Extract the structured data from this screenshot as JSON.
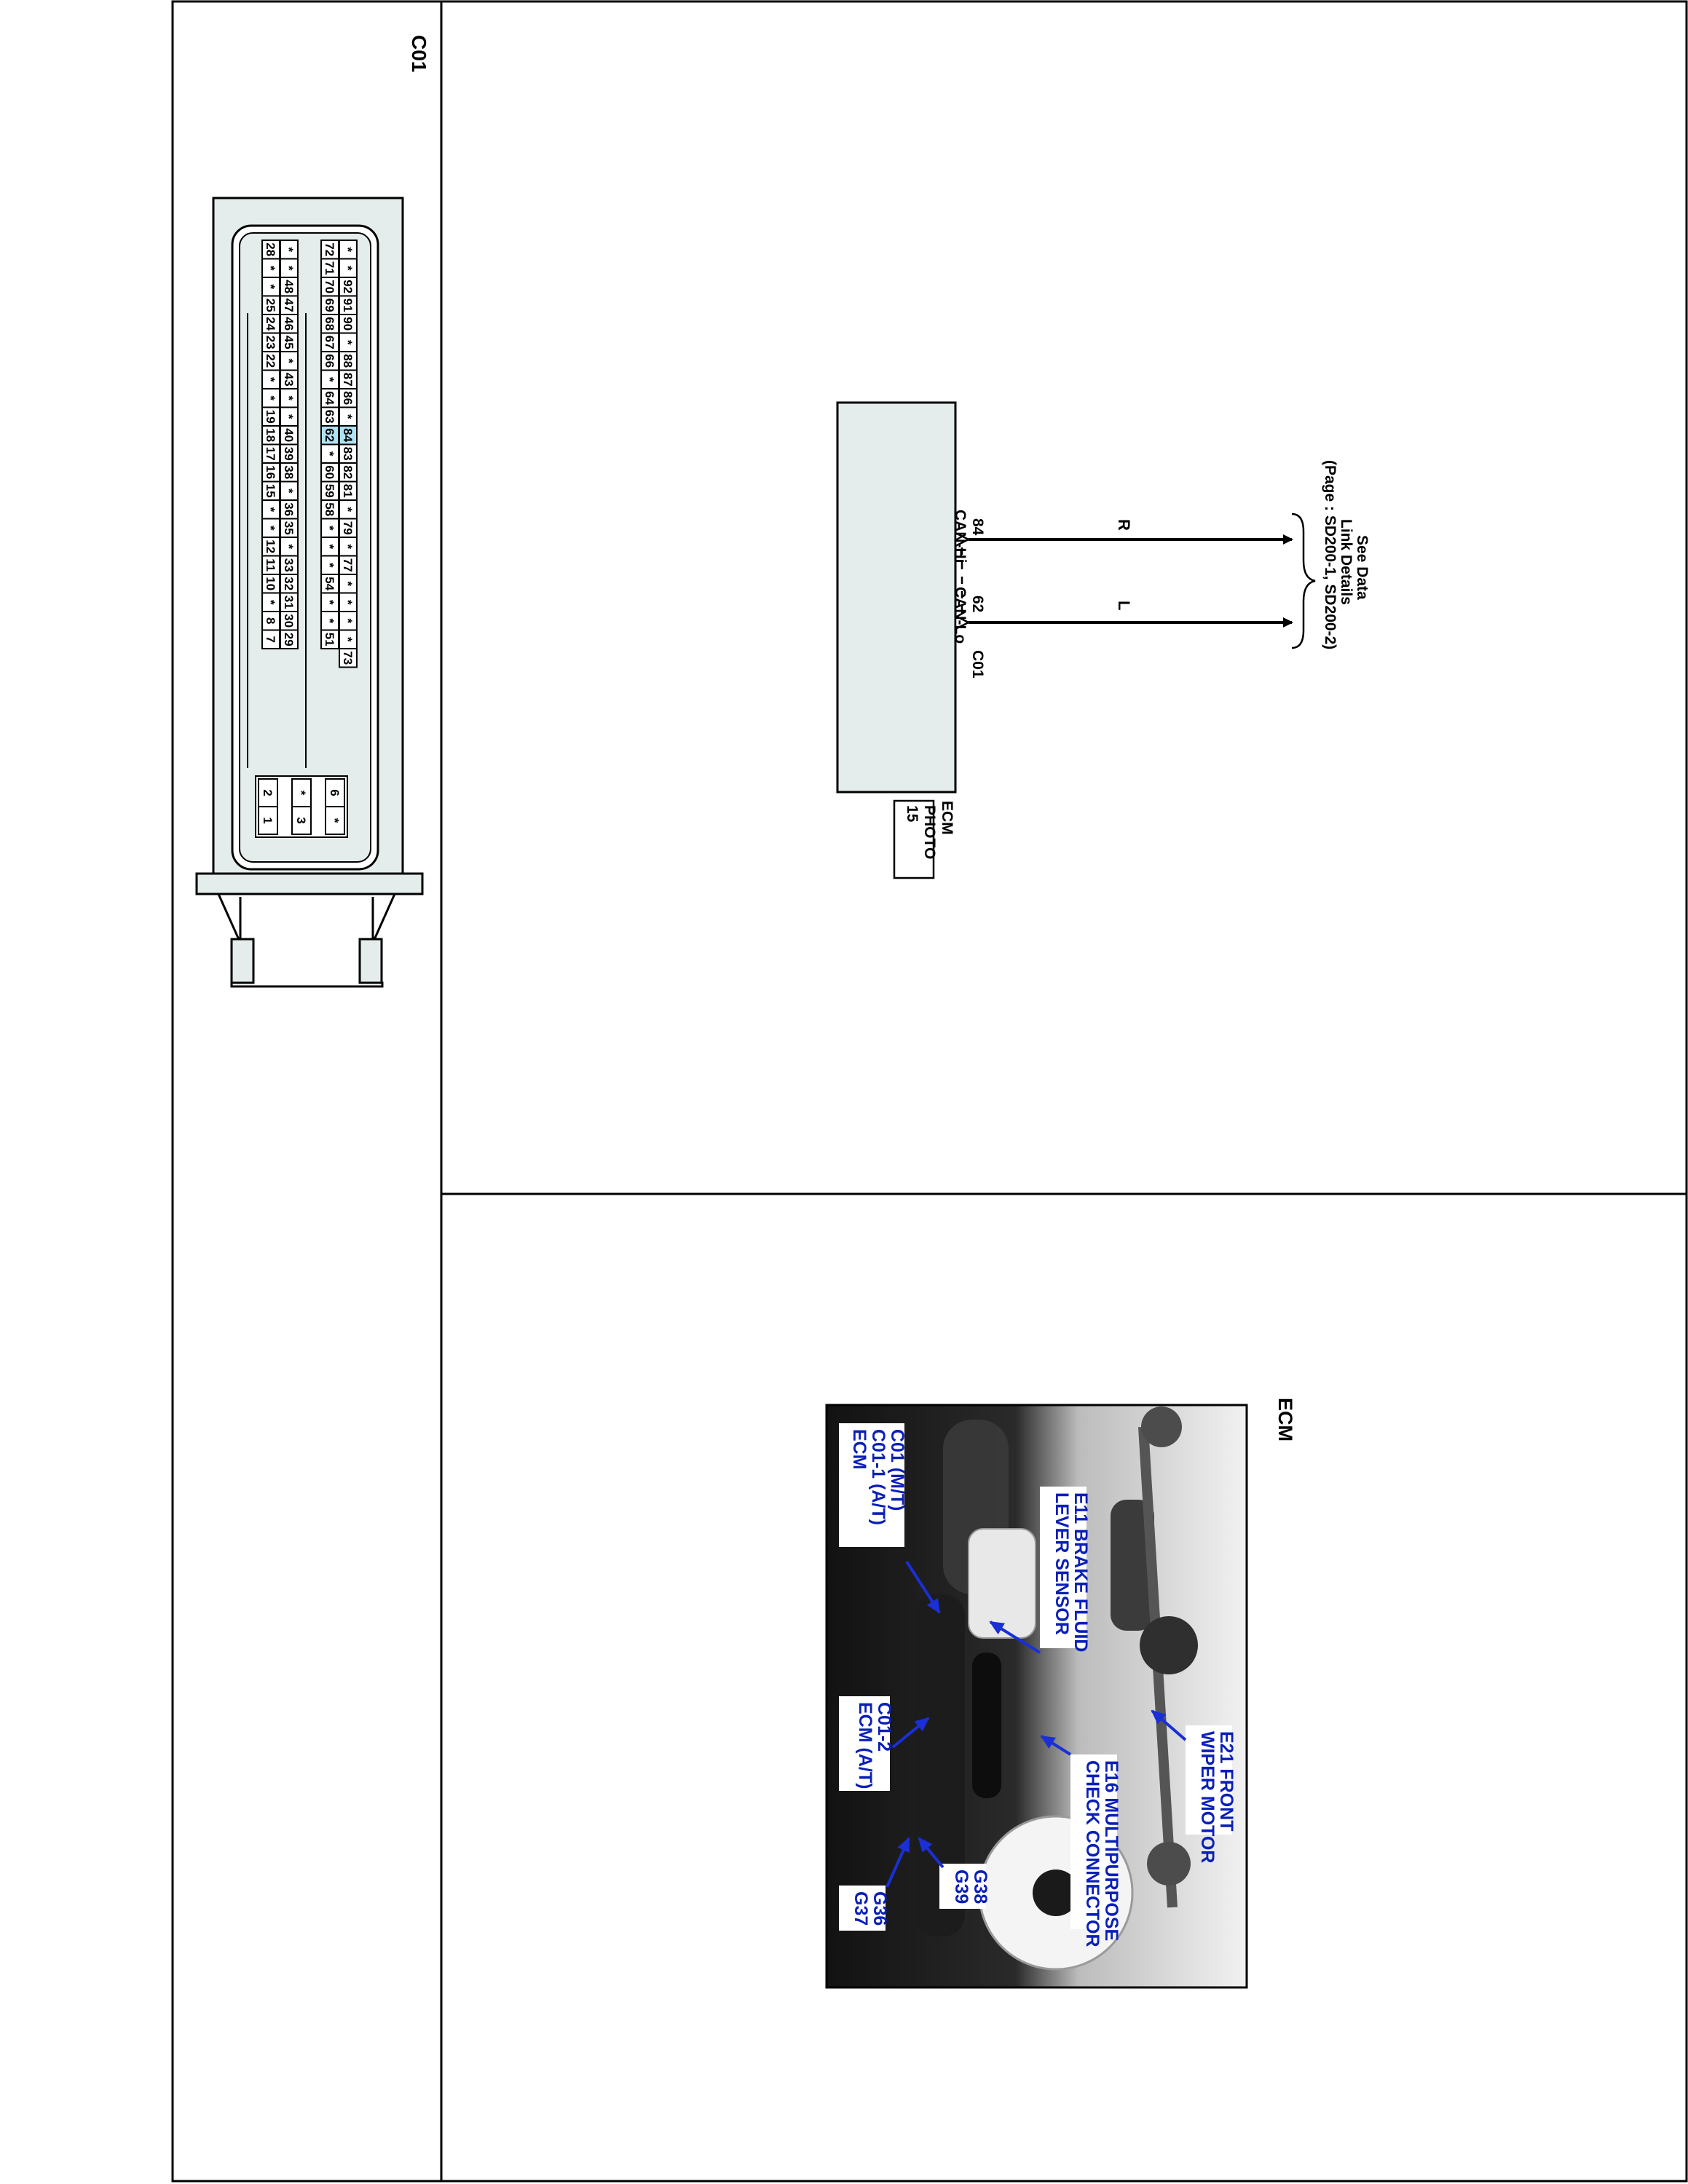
{
  "panel": {
    "connector_id": "C01",
    "connector_rows": [
      [
        "*",
        "*",
        "92",
        "91",
        "90",
        "*",
        "88",
        "87",
        "86",
        "*",
        "84",
        "83",
        "82",
        "81",
        "*",
        "79",
        "*",
        "77",
        "*",
        "*",
        "*",
        "*",
        "73"
      ],
      [
        "72",
        "71",
        "70",
        "69",
        "68",
        "67",
        "66",
        "*",
        "64",
        "63",
        "62",
        "*",
        "60",
        "59",
        "58",
        "*",
        "*",
        "*",
        "54",
        "*",
        "*",
        "51"
      ],
      [
        "*",
        "*",
        "48",
        "47",
        "46",
        "45",
        "*",
        "43",
        "*",
        "*",
        "40",
        "39",
        "38",
        "*",
        "36",
        "35",
        "*",
        "33",
        "32",
        "31",
        "30",
        "29"
      ],
      [
        "28",
        "*",
        "*",
        "25",
        "24",
        "23",
        "22",
        "*",
        "*",
        "19",
        "18",
        "17",
        "16",
        "15",
        "*",
        "*",
        "12",
        "11",
        "10",
        "*",
        "8",
        "7"
      ]
    ],
    "small_block": [
      [
        "6",
        "*"
      ],
      [
        "*",
        "3"
      ],
      [
        "2",
        "1"
      ]
    ],
    "highlight_pins": [
      "84",
      "62"
    ]
  },
  "schematic": {
    "link_title": "See Data",
    "link_line2": "Link Details",
    "link_line3": "(Page : SD200-1, SD200-2)",
    "wire_color_high": "R",
    "wire_color_low": "L",
    "pin_high": "84",
    "pin_low": "62",
    "signal_high": "CAN-Hi",
    "signal_low": "CAN-Lo",
    "connector_label": "C01",
    "module_name": "ECM",
    "photo_ref_1": "PHOTO",
    "photo_ref_2": "15"
  },
  "photo_section": {
    "title": "ECM",
    "callouts": {
      "c01_line1": "C01 (M/T)",
      "c01_line2": "C01-1 (A/T)",
      "c01_line3": "ECM",
      "e11_line1": "E11 BRAKE FLUID",
      "e11_line2": "LEVER SENSOR",
      "c012_line1": "C01-2",
      "c012_line2": "ECM (A/T)",
      "e16_line1": "E16 MULTIPURPOSE",
      "e16_line2": "CHECK CONNECTOR",
      "e21_line1": "E21 FRONT",
      "e21_line2": "WIPER MOTOR",
      "g36_line1": "G36",
      "g36_line2": "G37",
      "g38_line1": "G38",
      "g38_line2": "G39"
    }
  },
  "colors": {
    "callout_text": "#0a1fb8",
    "pin_highlight": "#aee3f5",
    "connector_fill": "#e5ecec"
  }
}
